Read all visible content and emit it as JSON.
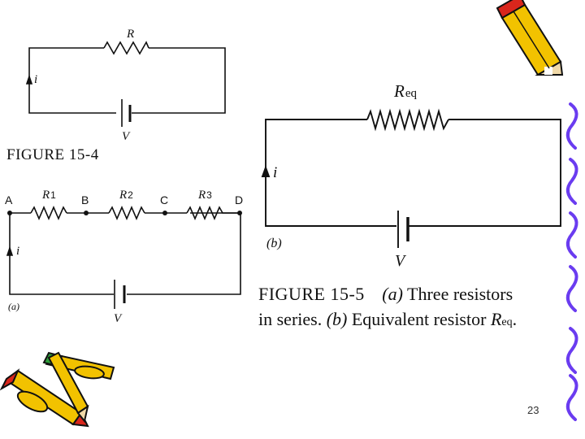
{
  "slide": {
    "page_number": "23",
    "colors": {
      "ink": "#111111",
      "pencil_yellow": "#f2c200",
      "pencil_red": "#d9261c",
      "pencil_green": "#2e9e3a",
      "border_blue": "#6a3cf0"
    },
    "icons": [
      "pencil-icon",
      "pencils-clipart-icon",
      "squiggle-border-icon"
    ]
  },
  "figure_15_4": {
    "caption": "FIGURE 15-4",
    "resistor_label": "R",
    "current_label": "i",
    "battery_label": "V"
  },
  "figure_15_5a": {
    "panel_label": "(a)",
    "nodes": [
      "A",
      "B",
      "C",
      "D"
    ],
    "resistors": [
      {
        "label": "R",
        "subscript": "1"
      },
      {
        "label": "R",
        "subscript": "2"
      },
      {
        "label": "R",
        "subscript": "3"
      }
    ],
    "current_label": "i",
    "battery_label": "V"
  },
  "figure_15_5b": {
    "panel_label": "(b)",
    "resistor_label": "R",
    "resistor_subscript": "eq",
    "current_label": "i",
    "battery_label": "V"
  },
  "figure_15_5_caption": {
    "fig_no": "FIGURE 15-5",
    "part_a_tag": "(a)",
    "part_a_text": "Three resistors",
    "line2_start": "in series.",
    "part_b_tag": "(b)",
    "part_b_text": "Equivalent resistor",
    "req_symbol": "R",
    "req_subscript": "eq",
    "end_punct": "."
  }
}
